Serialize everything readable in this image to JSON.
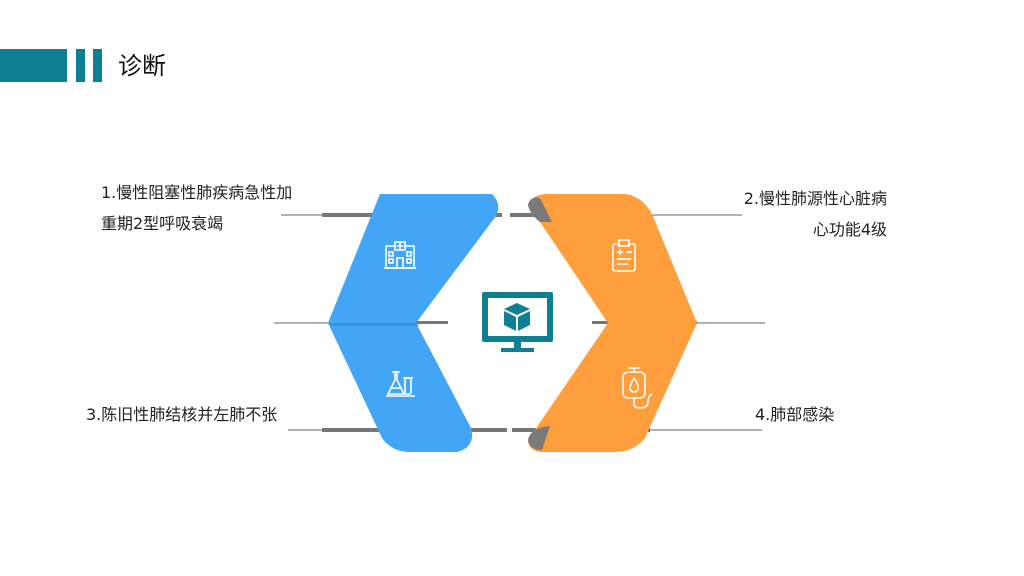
{
  "header": {
    "title": "诊断",
    "accent_color": "#0f7f95"
  },
  "diagram": {
    "left_ribbon_color": "#42a5f5",
    "right_ribbon_color": "#ff9e3d",
    "center_icon": "monitor-cube-icon",
    "items": [
      {
        "lines": [
          "1.慢性阻塞性肺疾病急性加",
          "重期2型呼吸衰竭"
        ],
        "icon": "hospital-icon"
      },
      {
        "lines": [
          "2.慢性肺源性心脏病",
          "心功能4级"
        ],
        "icon": "medical-chart-icon"
      },
      {
        "lines": [
          "3.陈旧性肺结核并左肺不张"
        ],
        "icon": "lab-flask-icon"
      },
      {
        "lines": [
          "4.肺部感染"
        ],
        "icon": "blood-bag-icon"
      }
    ]
  }
}
